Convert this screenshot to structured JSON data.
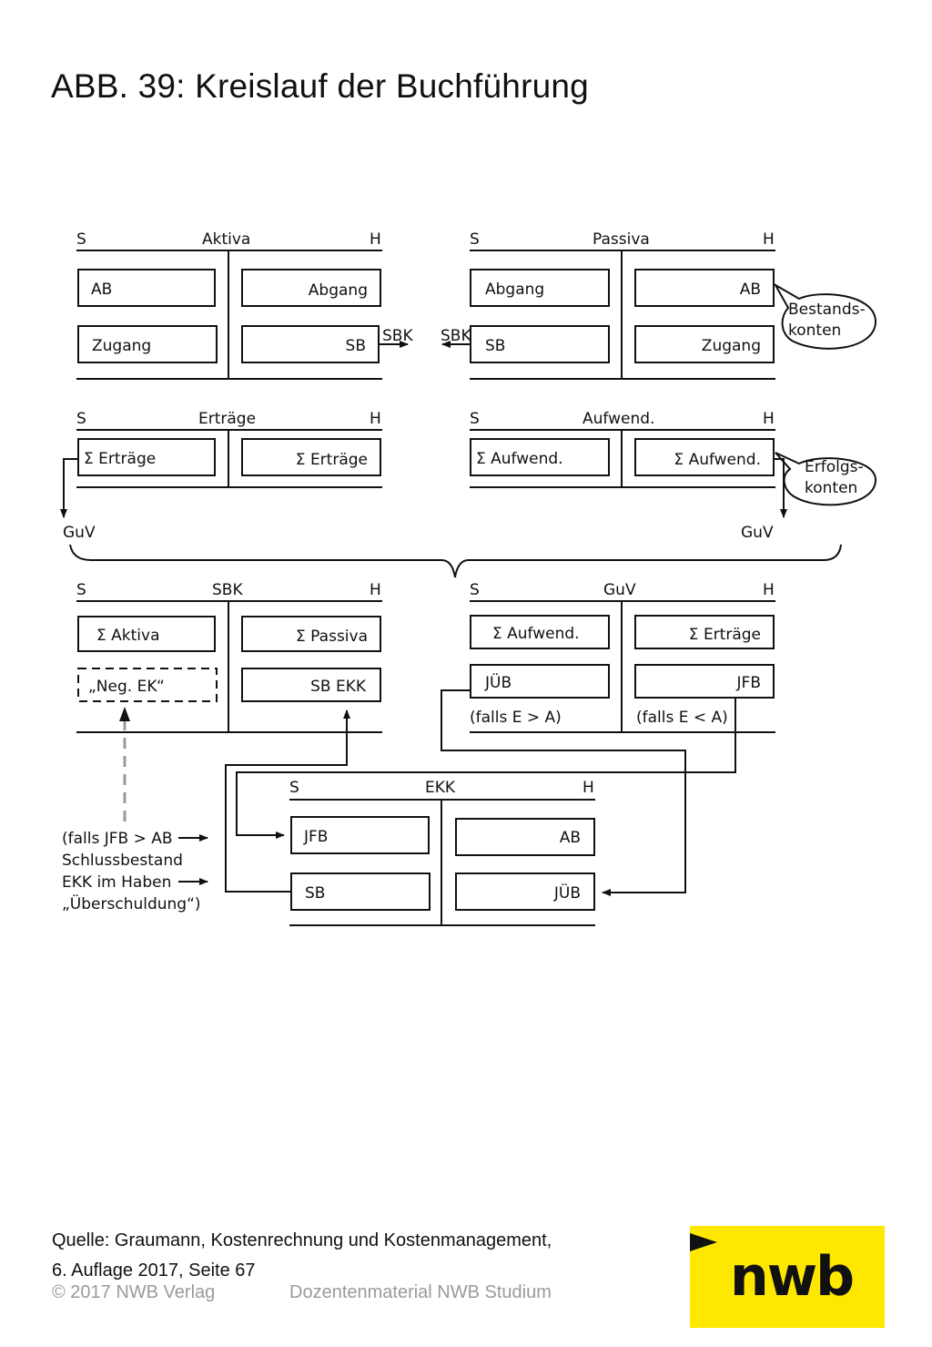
{
  "title": "ABB. 39: Kreislauf der Buchführung",
  "accounts": {
    "aktiva": {
      "s": "S",
      "name": "Aktiva",
      "h": "H",
      "left_top": "AB",
      "left_bottom": "Zugang",
      "right_top": "Abgang",
      "right_bottom": "SB"
    },
    "passiva": {
      "s": "S",
      "name": "Passiva",
      "h": "H",
      "left_top": "Abgang",
      "left_bottom": "SB",
      "right_top": "AB",
      "right_bottom": "Zugang"
    },
    "ertraege": {
      "s": "S",
      "name": "Erträge",
      "h": "H",
      "left": "Σ Erträge",
      "right": "Σ Erträge"
    },
    "aufwend": {
      "s": "S",
      "name": "Aufwend.",
      "h": "H",
      "left": "Σ Aufwend.",
      "right": "Σ Aufwend."
    },
    "sbk": {
      "s": "S",
      "name": "SBK",
      "h": "H",
      "left_top": "Σ Aktiva",
      "left_bottom": "„Neg. EK“",
      "right_top": "Σ Passiva",
      "right_bottom": "SB EKK"
    },
    "guv": {
      "s": "S",
      "name": "GuV",
      "h": "H",
      "left_top": "Σ Aufwend.",
      "left_bottom": "JÜB",
      "right_top": "Σ Erträge",
      "right_bottom": "JFB",
      "left_note": "(falls E > A)",
      "right_note": "(falls E < A)"
    },
    "ekk": {
      "s": "S",
      "name": "EKK",
      "h": "H",
      "left_top": "JFB",
      "left_bottom": "SB",
      "right_top": "AB",
      "right_bottom": "JÜB"
    }
  },
  "arrow_labels": {
    "sbk_left": "SBK",
    "sbk_right": "SBK",
    "guv_left": "GuV",
    "guv_right": "GuV"
  },
  "callouts": {
    "bestandskonten": [
      "Bestands-",
      "konten"
    ],
    "erfolgskonten": [
      "Erfolgs-",
      "konten"
    ]
  },
  "note_lines": [
    "(falls JFB > AB",
    "Schlussbestand",
    "EKK im Haben",
    "„Überschuldung“)"
  ],
  "footer": {
    "source_line1": "Quelle: Graumann, Kostenrechnung und Kostenmanagement,",
    "source_line2": "6. Auflage 2017, Seite 67",
    "copyright": "© 2017 NWB Verlag",
    "dozent": "Dozentenmaterial NWB Studium",
    "logo_text": "nwb"
  },
  "colors": {
    "logo_bg": "#ffe800",
    "line": "#111111",
    "dashed": "#999999",
    "footer_gray": "#9a9a9a"
  }
}
